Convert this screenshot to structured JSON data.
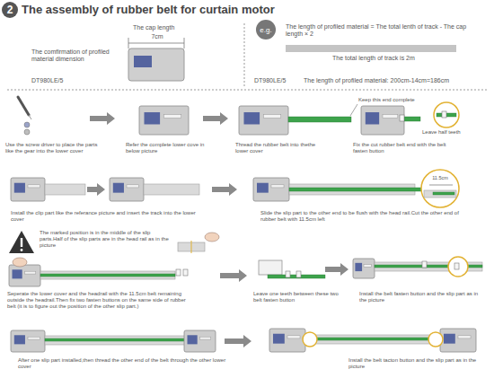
{
  "diagram": {
    "title": "The assembly of rubber belt for curtain motor",
    "labels": [
      "2",
      "The cap length",
      "7cm",
      "The comfirmation of profiled material dimension",
      "DT980LE/5",
      "e.g.",
      "The length of profiled material = The total lenth of track - The cap length × 2",
      "The total length of track is 2m",
      "DT980LE/5",
      "The length of profiled material: 200cm-14cm=186cm",
      "Keep this end complete",
      "Use the screw driver to place the parts like the gear into the lower cover",
      "Refer the complete lower cove in below picture",
      "Thread the rubber belt into thethe lower cover",
      "Fix the cut rubber belt end with the belt fasten button",
      "Leave half teeth",
      "Install the clip part like the referance picture and insert the track into the lower cover",
      "11.5cm",
      "Slide the slip part to the other end to be flush with the head rail.Cut the other end of rubber belt with 11.5cm left",
      "The marked position is in the middle of the slip parts.Half of the slip parts are in the head rail as in the picture",
      "Seperate the lower cover and the headrail with the 11.5cm belt remaining outside the headrail.Then fix two fasten buttons on the same side of rubber belt (it is to figure out the position of the other slip part.)",
      "Leave one teeth between these two belt fasten button",
      "Install the belt fasten button and the slip part as in the picture",
      "After one slip part installed,then thread the other end of the belt through the other lower cover",
      "Install the belt tacton button and the slip part as in the picture"
    ]
  }
}
